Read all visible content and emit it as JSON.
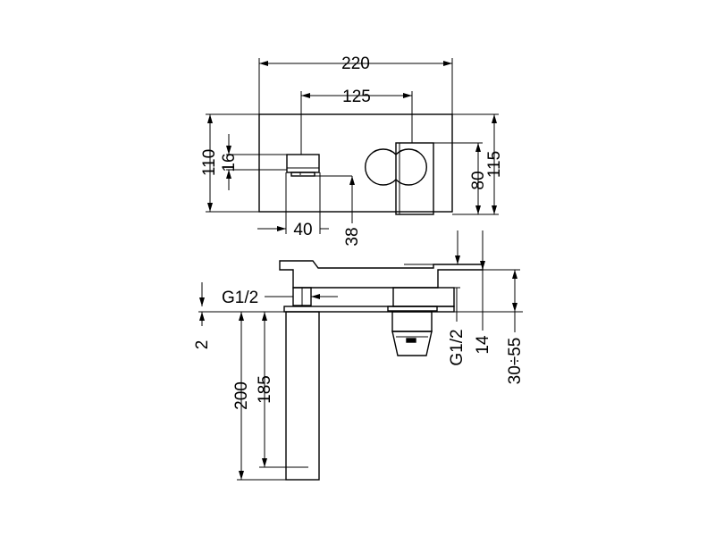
{
  "dimensions": {
    "top_width": "220",
    "spout_to_handle": "125",
    "height_left": "110",
    "spout_outlet": "16",
    "spout_depth": "40",
    "spout_drop": "38",
    "handle_height": "80",
    "height_right": "115",
    "thread_left": "G1/2",
    "thread_right": "G1/2",
    "plate_thickness": "2",
    "body_total": "200",
    "body_inner": "185",
    "cartridge": "14",
    "wall_range": "30÷55"
  }
}
